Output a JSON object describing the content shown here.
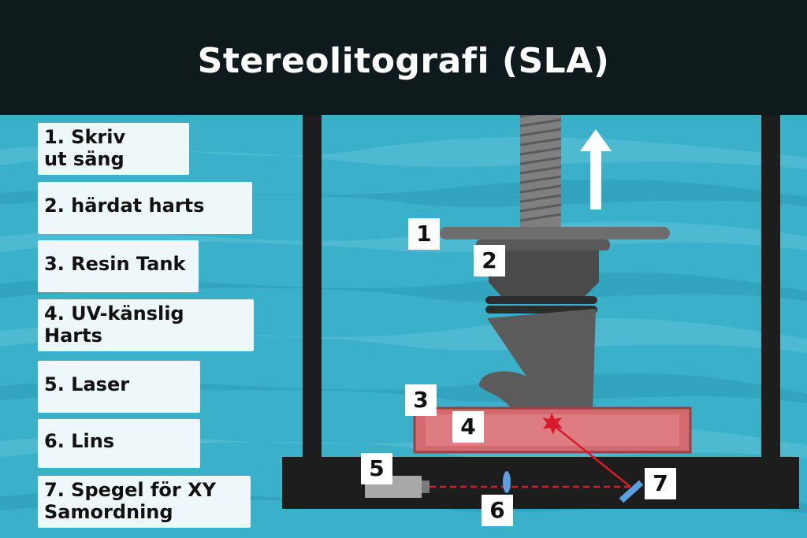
{
  "title": "Stereolitografi (SLA)",
  "legend": [
    {
      "line1": "1. Skriv",
      "line2": "ut säng"
    },
    {
      "line1": "2. härdat harts",
      "line2": ""
    },
    {
      "line1": "3. Resin Tank",
      "line2": ""
    },
    {
      "line1": "4. UV-känslig",
      "line2": "Harts"
    },
    {
      "line1": "5. Laser",
      "line2": ""
    },
    {
      "line1": "6. Lins",
      "line2": ""
    },
    {
      "line1": "7. Spegel för XY",
      "line2": "Samordning"
    }
  ],
  "markers": [
    "1",
    "2",
    "3",
    "4",
    "5",
    "6",
    "7"
  ],
  "colors": {
    "header": "#0f1a1d",
    "water": "#3bb0c9",
    "frame": "#1d1d1d",
    "resin": "#d46a6f",
    "part": "#5b5b5b",
    "laser": "#d81a2a"
  }
}
